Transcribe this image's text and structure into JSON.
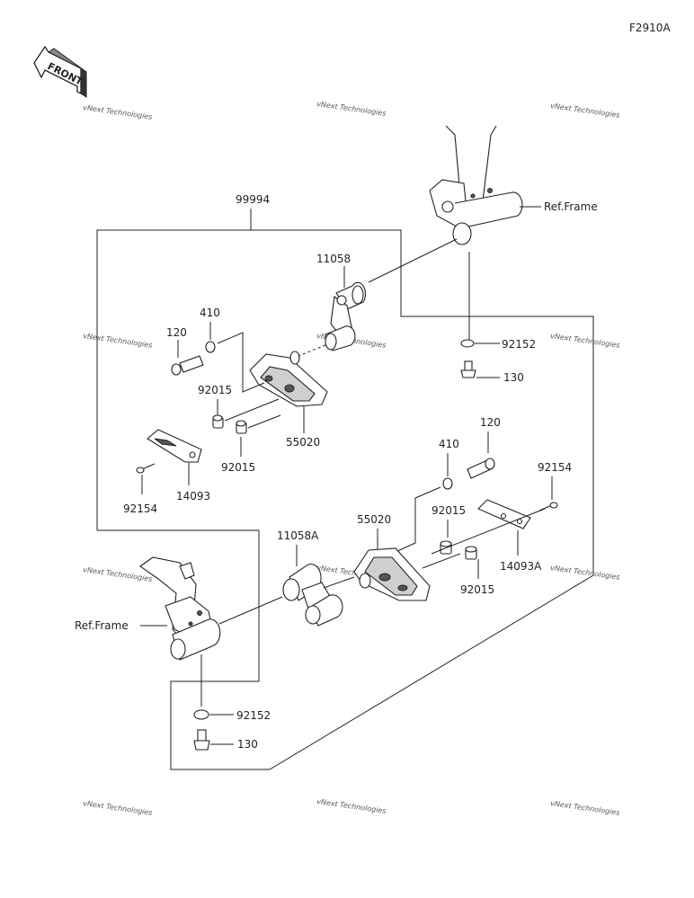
{
  "figure_code": "F2910A",
  "front_badge": "FRONT",
  "watermark": "vNext Technologies",
  "labels": {
    "kit": "99994",
    "ref_frame_right": "Ref.Frame",
    "ref_frame_left": "Ref.Frame",
    "holder_upper": "11058",
    "holder_lower": "11058A",
    "bolt_upper": "120",
    "bolt_lower": "120",
    "washer_upper": "410",
    "washer_lower": "410",
    "collar_upper_a": "92015",
    "collar_upper_b": "92015",
    "collar_lower_a": "92015",
    "collar_lower_b": "92015",
    "slider_upper": "55020",
    "slider_lower": "55020",
    "cover_upper": "14093",
    "cover_lower": "14093A",
    "screw_upper": "92154",
    "screw_lower": "92154",
    "washer_frame_upper": "92152",
    "washer_frame_lower": "92152",
    "bolt_frame_upper": "130",
    "bolt_frame_lower": "130"
  }
}
